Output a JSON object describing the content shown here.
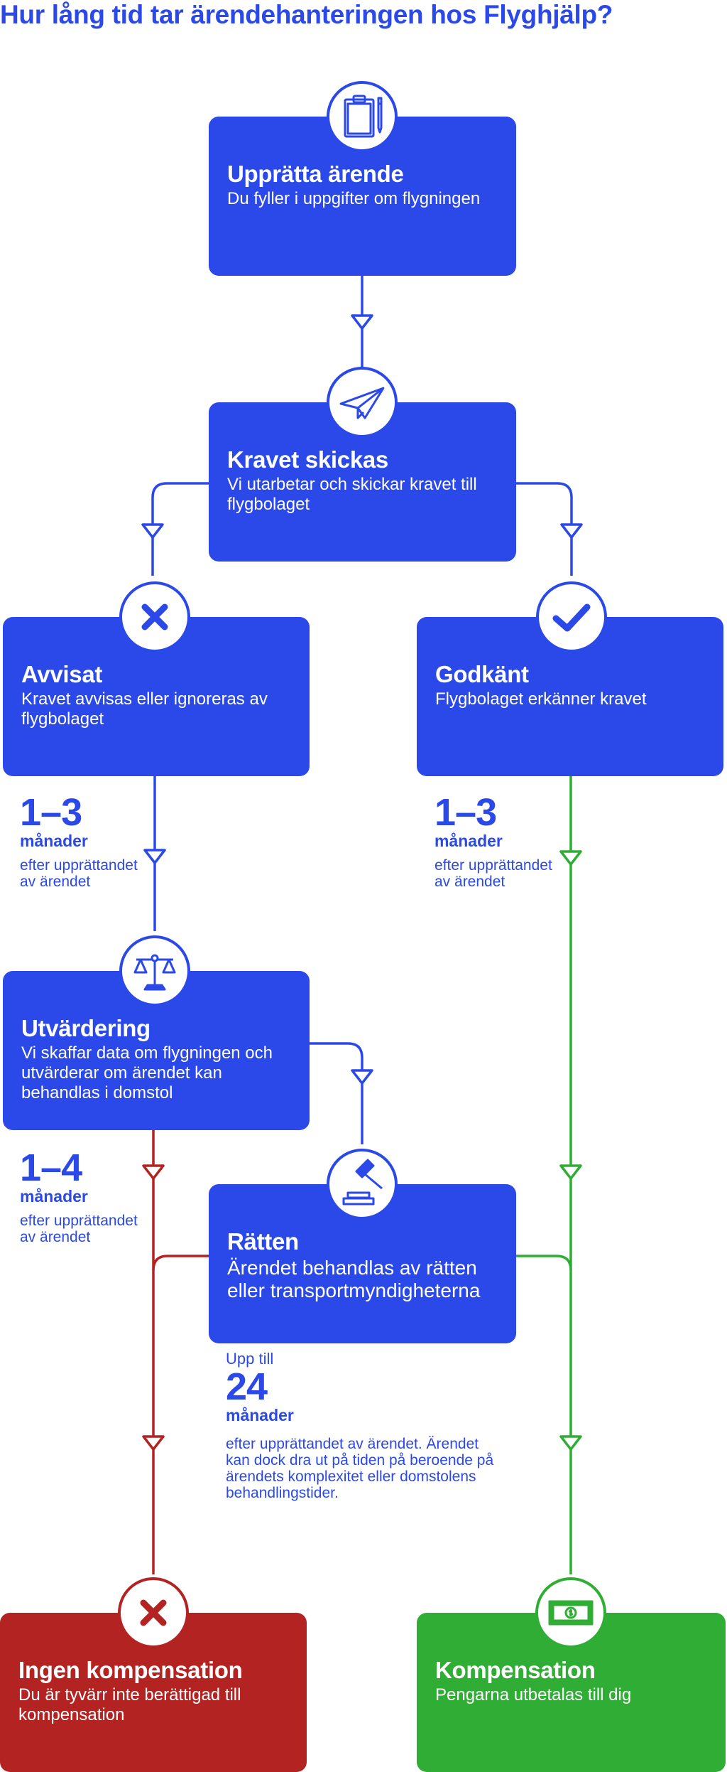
{
  "title": "Hur lång tid tar ärendehanteringen hos Flyghjälp?",
  "colors": {
    "blue": "#2b49e8",
    "red": "#b32322",
    "green": "#30ad34",
    "white": "#ffffff"
  },
  "steps": {
    "upprätta": {
      "title": "Upprätta ärende",
      "text": "Du fyller i uppgifter om flygningen",
      "icon": "clipboard-pen-icon"
    },
    "kravet": {
      "title": "Kravet skickas",
      "text": "Vi utarbetar och skickar kravet till flygbolaget",
      "icon": "paper-plane-icon"
    },
    "avvisat": {
      "title": "Avvisat",
      "text": "Kravet avvisas eller ignoreras av flygbolaget",
      "icon": "x-icon"
    },
    "godkant": {
      "title": "Godkänt",
      "text": "Flygbolaget erkänner kravet",
      "icon": "check-icon"
    },
    "utvardering": {
      "title": "Utvärdering",
      "text": "Vi skaffar data om flygningen och utvärderar om ärendet kan behandlas i domstol",
      "icon": "scales-icon"
    },
    "ratten": {
      "title": "Rätten",
      "text": "Ärendet behandlas av rätten eller transportmyndigheterna",
      "icon": "gavel-icon"
    },
    "ingen": {
      "title": "Ingen kompensation",
      "text": "Du är tyvärr inte berättigad till kompensation",
      "icon": "x-icon"
    },
    "kompensation": {
      "title": "Kompensation",
      "text": "Pengarna utbetalas till dig",
      "icon": "banknote-icon"
    }
  },
  "durations": {
    "avvisat": {
      "range": "1–3",
      "unit": "månader",
      "note": "efter upprättandet av ärendet"
    },
    "godkant": {
      "range": "1–3",
      "unit": "månader",
      "note": "efter upprättandet av ärendet"
    },
    "utvardering": {
      "range": "1–4",
      "unit": "månader",
      "note": "efter upprättandet av ärendet"
    },
    "ratten": {
      "prefix": "Upp till",
      "range": "24",
      "unit": "månader",
      "note": "efter upprättandet av ärendet. Ärendet kan dock dra ut på tiden på beroende på ärendets komplexitet eller domstolens behandlingstider."
    }
  }
}
